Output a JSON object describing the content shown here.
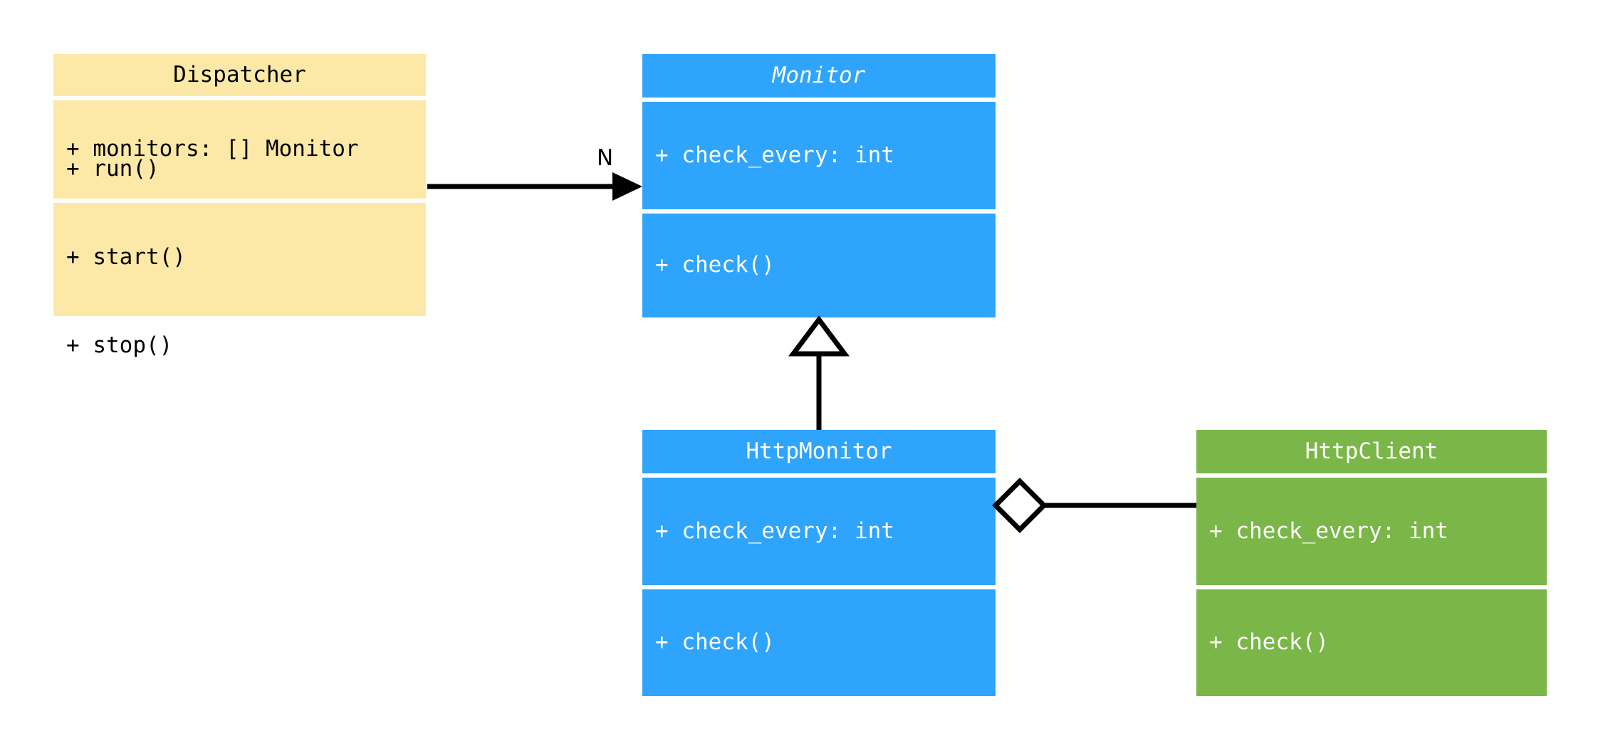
{
  "diagram": {
    "type": "uml-class-diagram",
    "background": "#ffffff",
    "classes": [
      {
        "id": "dispatcher",
        "name": "Dispatcher",
        "abstract": false,
        "color": "#fce9a8",
        "text_color": "#000000",
        "attributes": [
          "+ monitors: [] Monitor"
        ],
        "methods": [
          "+ run()",
          "+ start()",
          "+ stop()"
        ]
      },
      {
        "id": "monitor",
        "name": "Monitor",
        "abstract": true,
        "color": "#2fa4fc",
        "text_color": "#ffffff",
        "attributes": [
          "+ check_every: int"
        ],
        "methods": [
          "+ check()"
        ]
      },
      {
        "id": "http-monitor",
        "name": "HttpMonitor",
        "abstract": false,
        "color": "#2fa4fc",
        "text_color": "#ffffff",
        "attributes": [
          "+ check_every: int"
        ],
        "methods": [
          "+ check()"
        ]
      },
      {
        "id": "http-client",
        "name": "HttpClient",
        "abstract": false,
        "color": "#7ab648",
        "text_color": "#ffffff",
        "attributes": [
          "+ check_every: int"
        ],
        "methods": [
          "+ check()"
        ]
      }
    ],
    "relationships": [
      {
        "id": "dispatcher-monitor",
        "kind": "association",
        "from": "Dispatcher",
        "to": "Monitor",
        "label": "N",
        "arrow": "solid-filled-arrowhead",
        "color": "#000000"
      },
      {
        "id": "httpmonitor-monitor",
        "kind": "generalization",
        "from": "HttpMonitor",
        "to": "Monitor",
        "label": "",
        "arrow": "hollow-triangle",
        "color": "#000000"
      },
      {
        "id": "httpmonitor-httpclient",
        "kind": "aggregation",
        "from": "HttpMonitor",
        "to": "HttpClient",
        "label": "",
        "arrow": "hollow-diamond",
        "color": "#000000"
      }
    ]
  }
}
